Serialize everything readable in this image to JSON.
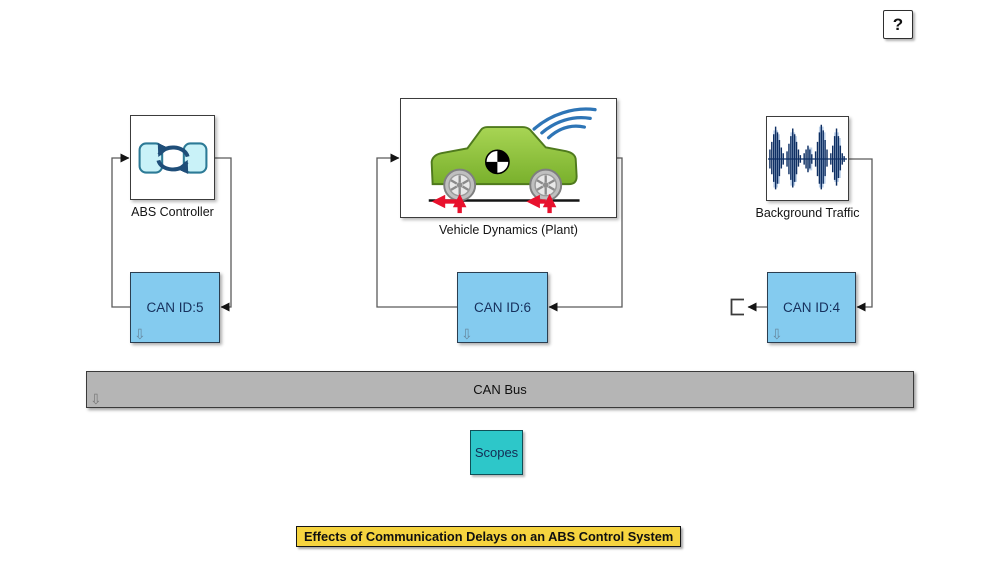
{
  "help_button": {
    "label": "?"
  },
  "annotation": {
    "title": "Effects of Communication Delays on an ABS Control System"
  },
  "blocks": {
    "abs_controller": {
      "label": "ABS Controller"
    },
    "vehicle_dynamics": {
      "label": "Vehicle Dynamics (Plant)"
    },
    "background_traffic": {
      "label": "Background Traffic"
    },
    "can_id_5": {
      "label": "CAN ID:5"
    },
    "can_id_6": {
      "label": "CAN ID:6"
    },
    "can_id_4": {
      "label": "CAN ID:4"
    },
    "can_bus": {
      "label": "CAN Bus"
    },
    "scopes": {
      "label": "Scopes"
    }
  },
  "badges": {
    "variant_arrow": "⇩"
  },
  "icons": {
    "abs_controller": "state-cycle-icon",
    "vehicle_dynamics": "car-icon",
    "background_traffic": "waveform-icon",
    "unconnected_port": "open-bracket-terminator-icon",
    "help": "question-mark-icon",
    "variant_badge": "down-arrow-badge-icon"
  },
  "colors": {
    "can_block_fill": "#84CBEF",
    "can_block_text": "#16305C",
    "bus_fill": "#B5B5B5",
    "scopes_fill": "#2DC7C9",
    "title_bg": "#F6D43F",
    "car_green": "#8DC63F",
    "waveform_navy": "#0E2F63",
    "arrow_red": "#E8112D",
    "swoosh_blue": "#2E75B6",
    "wire": "#5a5a5a"
  }
}
